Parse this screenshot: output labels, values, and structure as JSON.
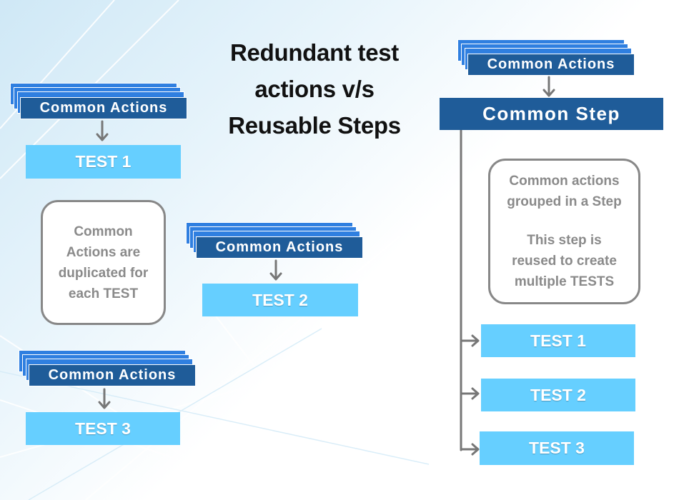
{
  "title": {
    "line1": "Redundant test",
    "line2": "actions v/s",
    "line3": "Reusable Steps"
  },
  "left": {
    "common_action_1": "Common Actions",
    "test_1": "TEST 1",
    "note": {
      "line1": "Common",
      "line2": "Actions are",
      "line3": "duplicated for",
      "line4": "each TEST"
    },
    "common_action_2": "Common Actions",
    "test_2": "TEST 2",
    "common_action_3": "Common Actions",
    "test_3": "TEST 3"
  },
  "right": {
    "common_actions": "Common Actions",
    "common_step": "Common Step",
    "note": {
      "line1": "Common actions",
      "line2": "grouped in a Step",
      "line3": "This step is",
      "line4": "reused to create",
      "line5": "multiple TESTS"
    },
    "test_1": "TEST 1",
    "test_2": "TEST 2",
    "test_3": "TEST 3"
  },
  "colors": {
    "dark_blue": "#1f5c99",
    "mid_blue": "#2f7fe0",
    "light_blue": "#66cfff",
    "arrow_gray": "#777777",
    "note_border": "#888888",
    "note_text": "#8a8a8a"
  }
}
